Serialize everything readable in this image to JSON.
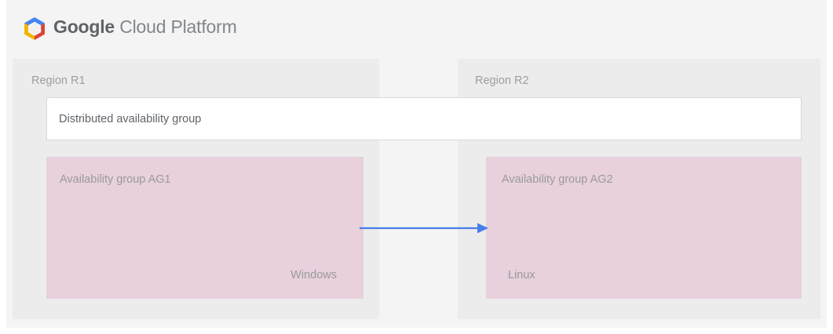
{
  "header": {
    "logo_icon": "google-cloud-platform-hexagon-logo",
    "brand_bold": "Google",
    "brand_light": " Cloud Platform",
    "logo_colors": {
      "blue": "#4285f4",
      "red": "#db4437",
      "yellow": "#f4b400",
      "center": "#f1f1f1"
    }
  },
  "diagram": {
    "regions": [
      {
        "label": "Region R1"
      },
      {
        "label": "Region R2"
      }
    ],
    "distributed_group": {
      "label": "Distributed availability group"
    },
    "availability_groups": [
      {
        "title": "Availability group AG1",
        "os": "Windows"
      },
      {
        "title": "Availability group AG2",
        "os": "Linux"
      }
    ],
    "connector": {
      "icon": "arrow-right-icon",
      "direction": "left-to-right",
      "color": "#4a7ee8"
    },
    "colors": {
      "page_background": "#ffffff",
      "card_background": "#f4f4f4",
      "region_background": "#ececec",
      "group_box_background": "#ffffff",
      "group_box_border": "#d8d8d8",
      "availability_group_background": "#e8d0dd",
      "label_text": "#9e9e9e",
      "body_text": "#5f6368"
    }
  }
}
